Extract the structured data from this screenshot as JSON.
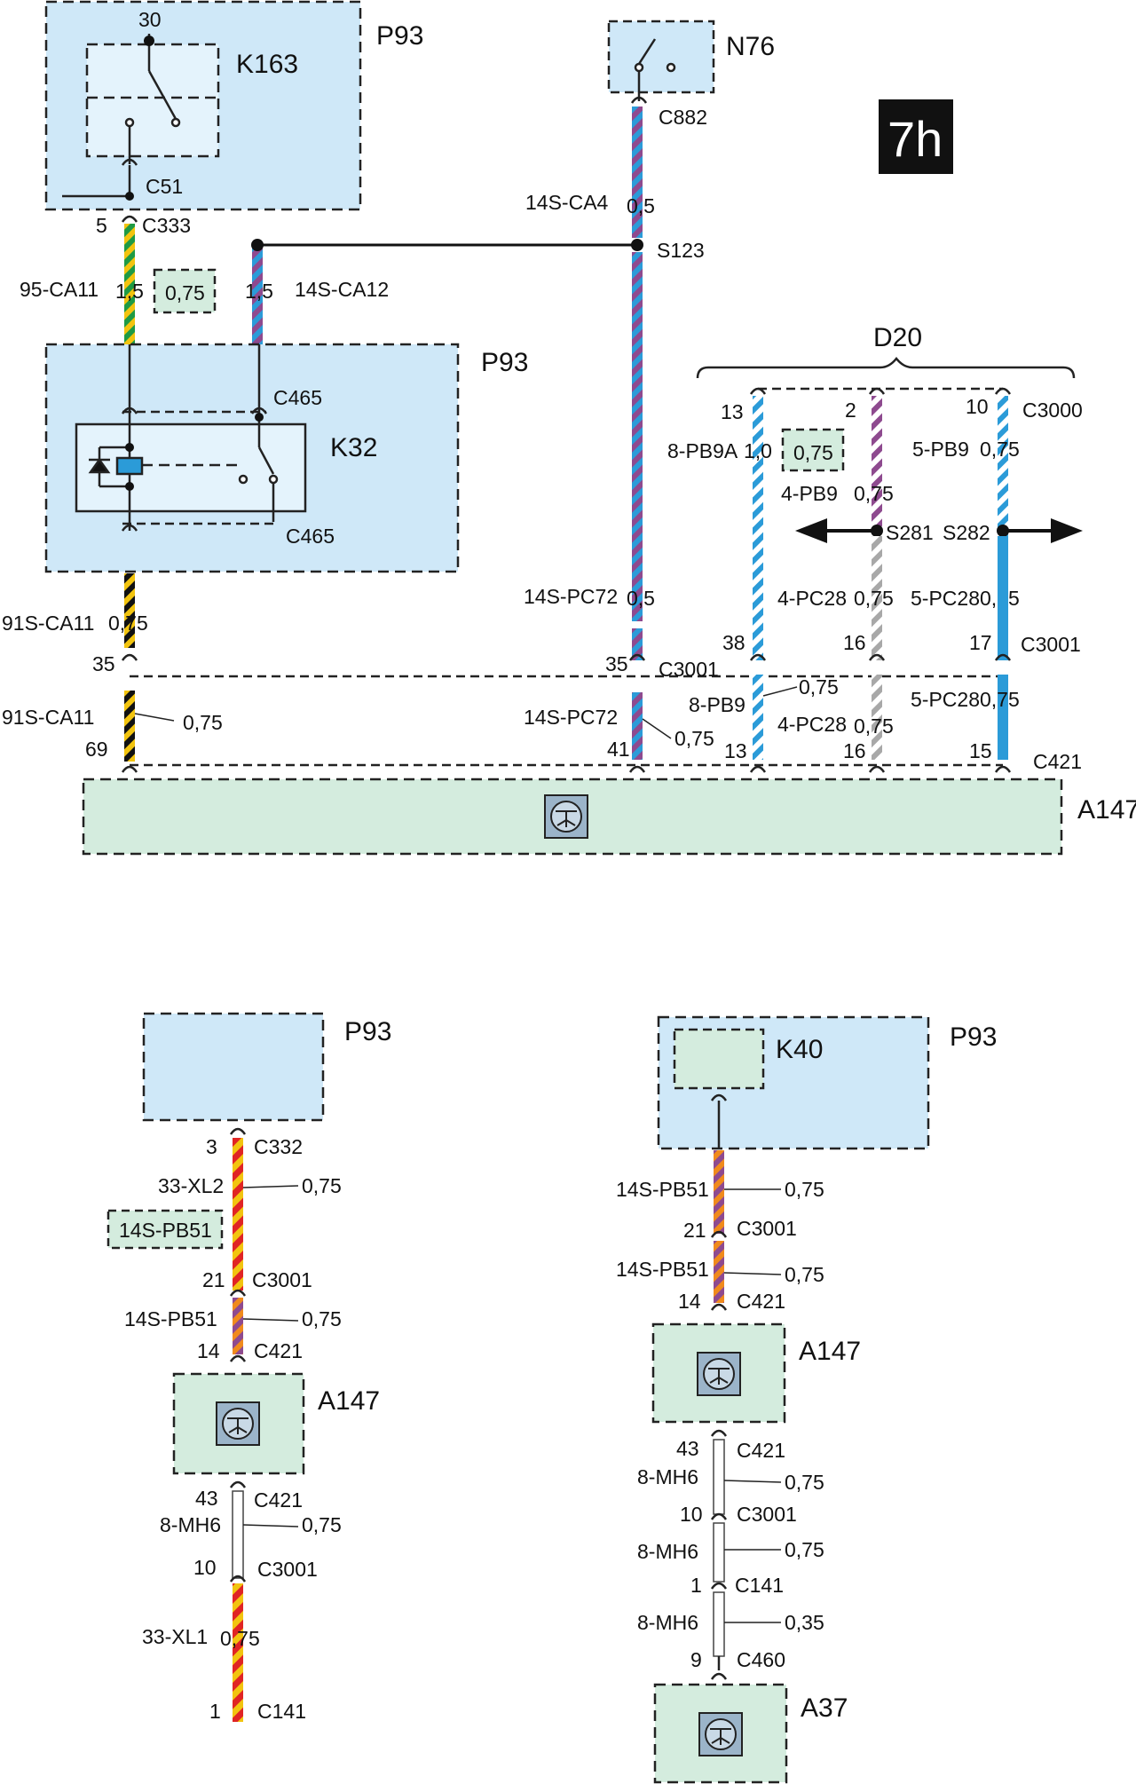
{
  "badge": "7h",
  "colors": {
    "blue_box": "#cfe8f8",
    "green_box": "#d4ecde",
    "inner_box": "#e4f3fc",
    "blue": "#2b9bd8",
    "violet": "#8e4a8f",
    "yellow": "#f2c40f",
    "green": "#1e9a44",
    "black": "#111111",
    "red": "#e02424",
    "orange": "#f08a1c",
    "grey": "#a8a8a8",
    "white": "#ffffff"
  },
  "top": {
    "comp_p93_top": "P93",
    "k163": "K163",
    "pin30": "30",
    "c51": "C51",
    "pin5": "5",
    "c333": "C333",
    "w95": "95-CA11",
    "w95_size": "1,5",
    "alt_size_1": "0,75",
    "w14ca12_size": "1,5",
    "w14ca12": "14S-CA12",
    "p93_k32": "P93",
    "k32": "K32",
    "c465_top": "C465",
    "c465_bot": "C465",
    "w91a": "91S-CA11",
    "w91a_size": "0,75",
    "pin35_left": "35",
    "w91b": "91S-CA11",
    "w91b_size": "0,75",
    "pin69": "69",
    "n76": "N76",
    "c882": "C882",
    "w14ca4": "14S-CA4",
    "w14ca4_size": "0,5",
    "s123": "S123",
    "w14pc72a": "14S-PC72",
    "w14pc72a_size": "0,5",
    "pin35_mid": "35",
    "c3001_mid": "C3001",
    "w14pc72b": "14S-PC72",
    "w14pc72b_size": "0,75",
    "pin41": "41",
    "d20": "D20",
    "pin13_top": "13",
    "pin2": "2",
    "pin10": "10",
    "c3000": "C3000",
    "w8pb9a": "8-PB9A",
    "w8pb9a_size": "1,0",
    "alt_size_2": "0,75",
    "w5pb9": "5-PB9",
    "w5pb9_size": "0,75",
    "w4pb9": "4-PB9",
    "w4pb9_size": "0,75",
    "s281": "S281",
    "s282": "S282",
    "w4pc28a": "4-PC28",
    "w4pc28a_size": "0,75",
    "w5pc28a": "5-PC28",
    "w5pc28a_size": "0,75",
    "pin38": "38",
    "pin16a": "16",
    "pin17": "17",
    "c3001_right": "C3001",
    "w8pb9": "8-PB9",
    "w8pb9_size": "0,75",
    "w4pc28b": "4-PC28",
    "w4pc28b_size": "0,75",
    "w5pc28b": "5-PC28",
    "w5pc28b_size": "0,75",
    "pin13_bot": "13",
    "pin16b": "16",
    "pin15": "15",
    "c421": "C421",
    "a147": "A147"
  },
  "bl": {
    "p93": "P93",
    "pin3": "3",
    "c332": "C332",
    "w33xl2": "33-XL2",
    "w33xl2_size": "0,75",
    "alt_wire": "14S-PB51",
    "pin21": "21",
    "c3001a": "C3001",
    "w14pb51": "14S-PB51",
    "w14pb51_size": "0,75",
    "pin14": "14",
    "c421a": "C421",
    "a147": "A147",
    "pin43": "43",
    "c421b": "C421",
    "w8mh6": "8-MH6",
    "w8mh6_size": "0,75",
    "pin10": "10",
    "c3001b": "C3001",
    "w33xl1": "33-XL1",
    "w33xl1_size": "0,75",
    "pin1": "1",
    "c141": "C141"
  },
  "br": {
    "k40": "K40",
    "p93": "P93",
    "w14pb51a": "14S-PB51",
    "w14pb51a_size": "0,75",
    "pin21": "21",
    "c3001a": "C3001",
    "w14pb51b": "14S-PB51",
    "w14pb51b_size": "0,75",
    "pin14": "14",
    "c421a": "C421",
    "a147": "A147",
    "pin43": "43",
    "c421b": "C421",
    "w8mh6a": "8-MH6",
    "w8mh6a_size": "0,75",
    "pin10": "10",
    "c3001b": "C3001",
    "w8mh6b": "8-MH6",
    "w8mh6b_size": "0,75",
    "pin1": "1",
    "c141": "C141",
    "w8mh6c": "8-MH6",
    "w8mh6c_size": "0,35",
    "pin9": "9",
    "c460": "C460",
    "a37": "A37"
  }
}
